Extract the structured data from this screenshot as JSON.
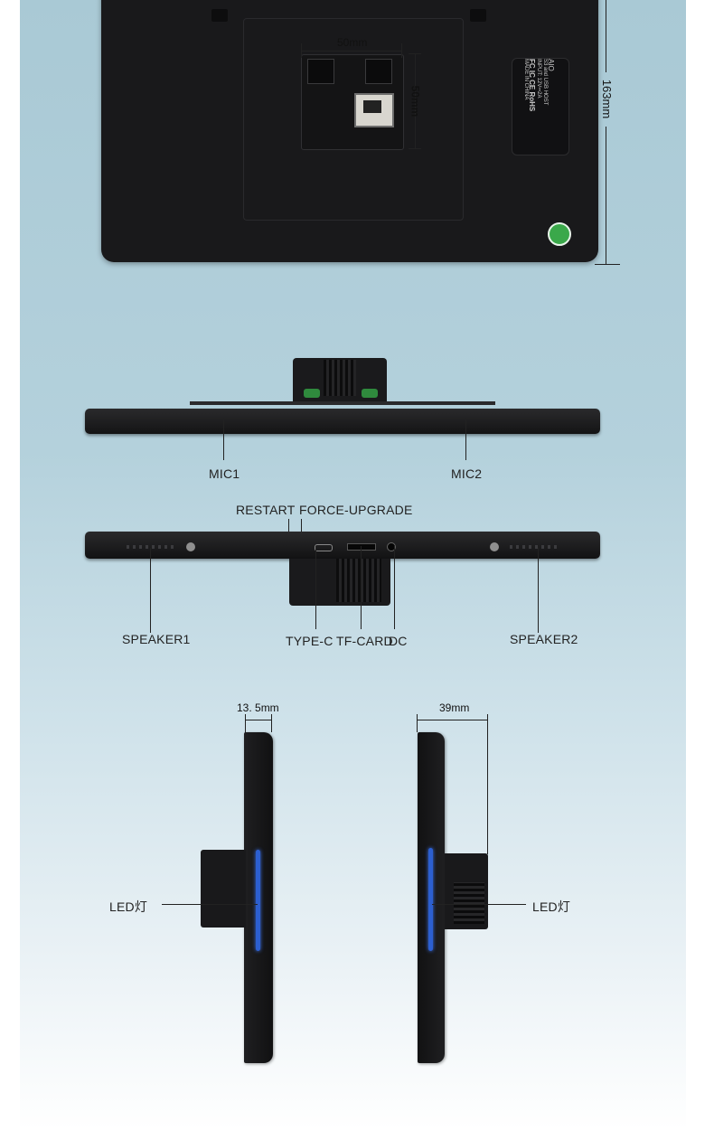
{
  "back_view": {
    "mount_width": "50mm",
    "mount_height": "50mm",
    "total_height": "163mm",
    "rating_label": {
      "model": "AIO",
      "spec_line": "S3 and USB HOST",
      "input_line": "INPUT: 12V⎓2A",
      "cert_line": "FC IC CE RoHS",
      "origin": "MADE IN CHINA"
    }
  },
  "top_view": {
    "mic1": "MIC1",
    "mic2": "MIC2"
  },
  "bottom_view": {
    "restart": "RESTART",
    "force_upgrade": "FORCE-UPGRADE",
    "speaker1": "SPEAKER1",
    "speaker2": "SPEAKER2",
    "type_c": "TYPE-C",
    "tf_card": "TF-CARD",
    "dc": "DC"
  },
  "side_views": {
    "thickness_thin": "13. 5mm",
    "thickness_total": "39mm",
    "led_left": "LED灯",
    "led_right": "LED灯"
  },
  "colors": {
    "device_body": "#1b1b1d",
    "led": "#2c5fd0",
    "panel_top": "#a9c9d5"
  }
}
